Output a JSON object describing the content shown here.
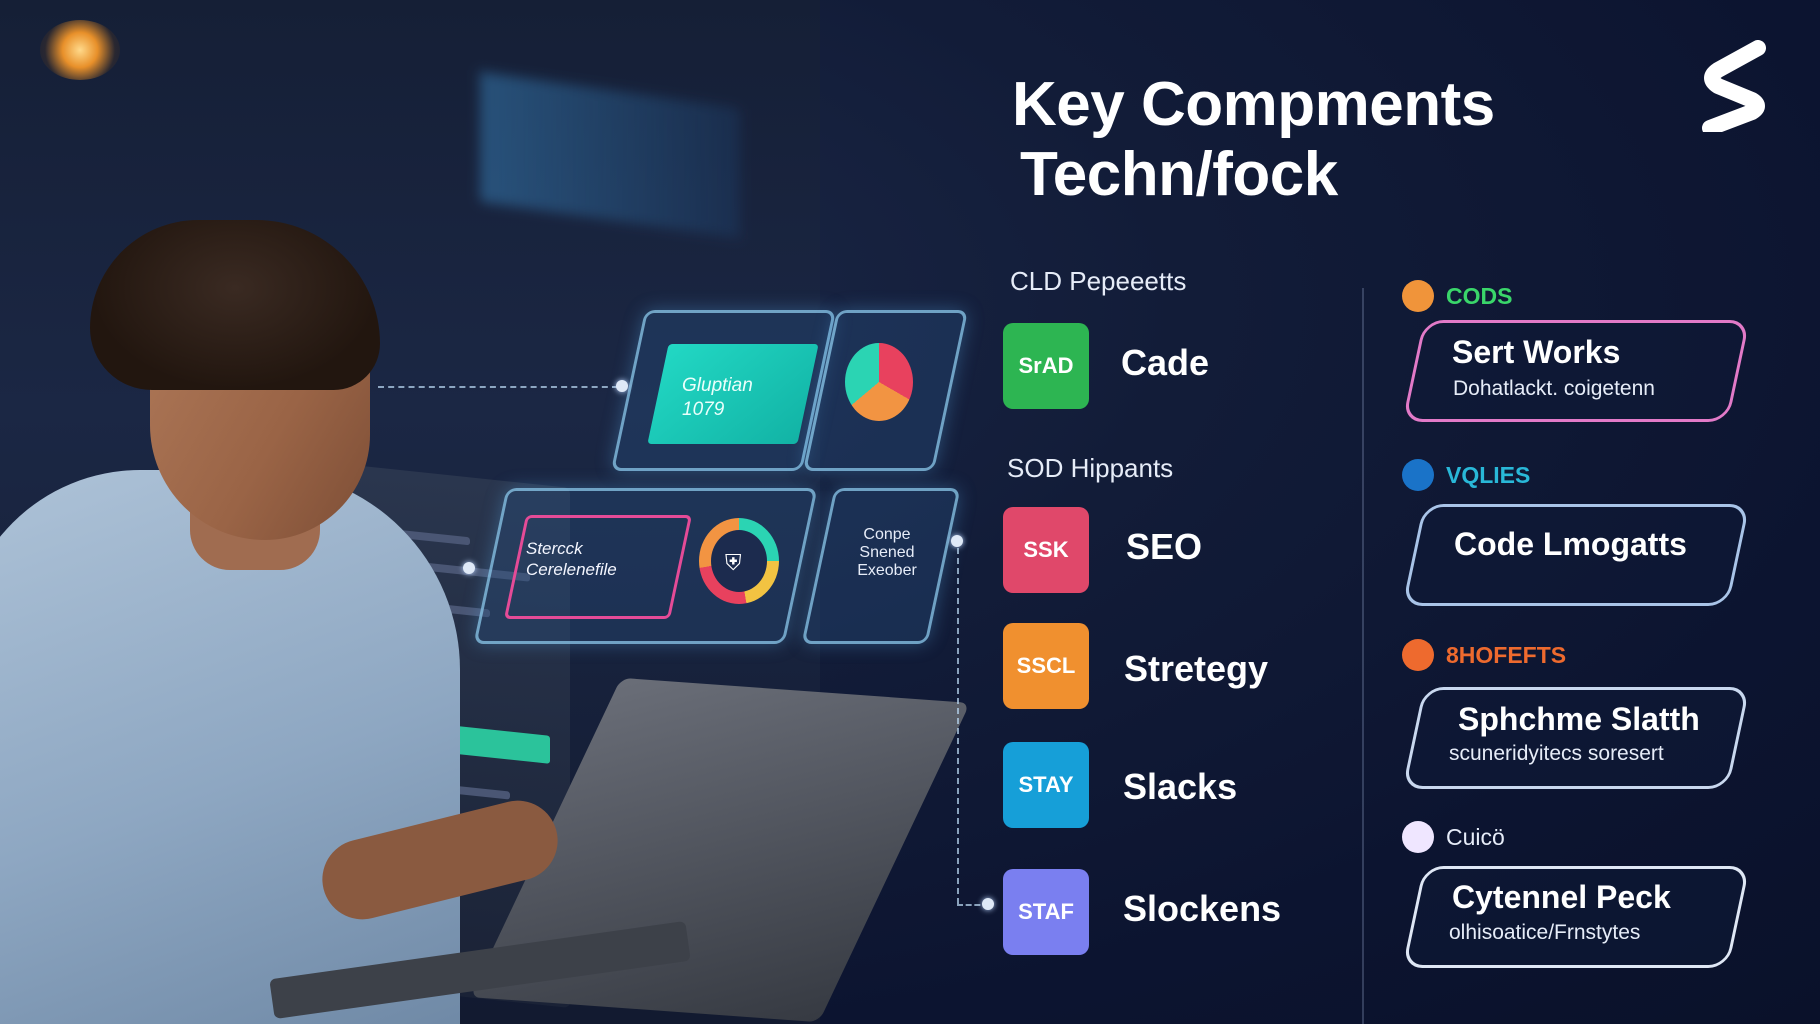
{
  "title_line1": "Key Compments",
  "title_line2": "Techn/fock",
  "holo": {
    "card_line1": "Gluptian",
    "card_line2": "1079",
    "box_line1": "Stercck",
    "box_line2": "Cerelenefile",
    "small_line1": "Conpe",
    "small_line2": "Snened",
    "small_line3": "Exeober"
  },
  "sections": [
    {
      "label": "CLD Pepeeetts"
    },
    {
      "label": "SOD Hippants"
    }
  ],
  "techs": [
    {
      "badge": "SrAD",
      "name": "Cade",
      "color": "#2db552"
    },
    {
      "badge": "SSK",
      "name": "SEO",
      "color": "#e0486a"
    },
    {
      "badge": "SSCL",
      "name": "Stretegy",
      "color": "#f0902f"
    },
    {
      "badge": "STAY",
      "name": "Slacks",
      "color": "#169fd8"
    },
    {
      "badge": "STAF",
      "name": "Slockens",
      "color": "#7a7ff0"
    }
  ],
  "categories": [
    {
      "label": "CODS",
      "dot_color": "#f0943a",
      "label_color": "#3ad66a",
      "card_title": "Sert Works",
      "card_sub": "Dohatlackt. coigetenn",
      "border": "#e27ac8"
    },
    {
      "label": "VQLIES",
      "dot_color": "#1a73c8",
      "label_color": "#29b8d8",
      "card_title": "Code Lmogatts",
      "card_sub": "",
      "border": "#a9c4e8"
    },
    {
      "label": "8HOFEFTS",
      "dot_color": "#ee6a2e",
      "label_color": "#ee6a2e",
      "card_title": "Sphchme Slatth",
      "card_sub": "scuneridyitecs soresert",
      "border": "#c9d8ef"
    },
    {
      "label": "Cuicö",
      "dot_color": "#efe6ff",
      "label_color": "#e6ecf8",
      "card_title": "Cytennel Peck",
      "card_sub": "olhisoatice/Frnstytes",
      "border": "#dfe7f5"
    }
  ],
  "colors": {
    "background": "#0d1733",
    "accent": "#2bd4b3"
  },
  "icons": [
    "logo-s-icon",
    "pie-chart-icon",
    "ring-chart-icon",
    "shield-icon"
  ]
}
